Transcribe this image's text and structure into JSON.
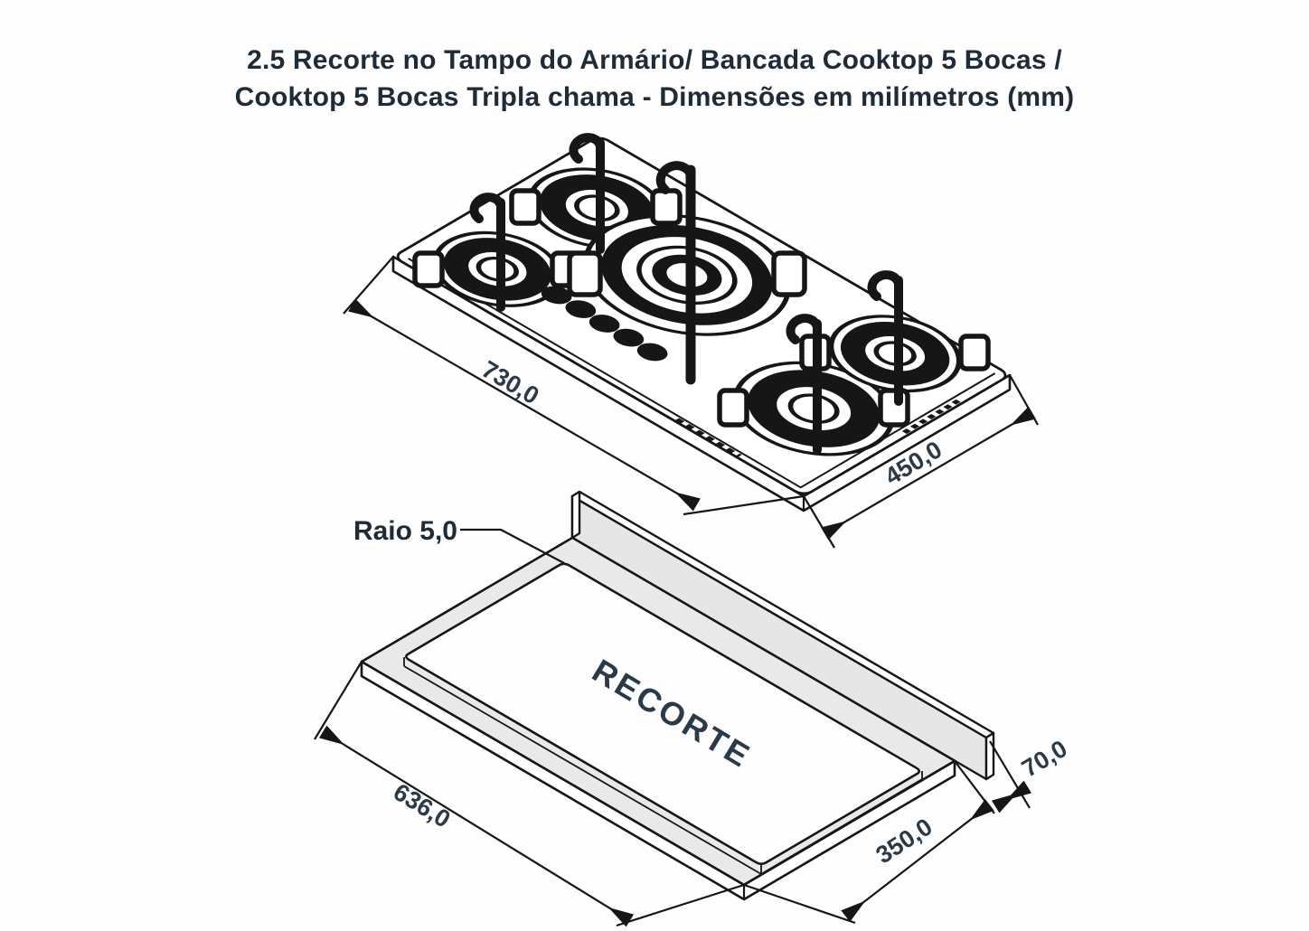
{
  "title": {
    "line1": "2.5 Recorte no Tampo do Armário/ Bancada Cooktop 5 Bocas /",
    "line2": "Cooktop 5 Bocas Tripla chama - Dimensões em milímetros (mm)"
  },
  "cooktop": {
    "burner_count": 5,
    "knob_count": 5,
    "dims": {
      "length": "730,0",
      "width": "450,0"
    }
  },
  "cutout": {
    "label": "RECORTE",
    "corner_radius_label": "Raio 5,0",
    "dims": {
      "length": "636,0",
      "width": "350,0",
      "rear_clearance": "70,0"
    }
  },
  "colors": {
    "ink": "#161616",
    "label_ink": "#2b3a49",
    "title_ink": "#1f2b37",
    "panel_gray": "#e9e9e9",
    "background": "#fefefe"
  }
}
